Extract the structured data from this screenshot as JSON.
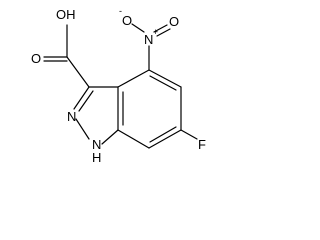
{
  "molecule": {
    "atoms": {
      "oh": "OH",
      "carbonyl_o": "O",
      "nitro_n": "N",
      "nitro_n_charge": "+",
      "nitro_o_single": "O",
      "nitro_o_single_charge": "-",
      "nitro_o_double": "O",
      "ring_n": "N",
      "nh_n": "N",
      "nh_h": "H",
      "fluorine": "F"
    }
  }
}
